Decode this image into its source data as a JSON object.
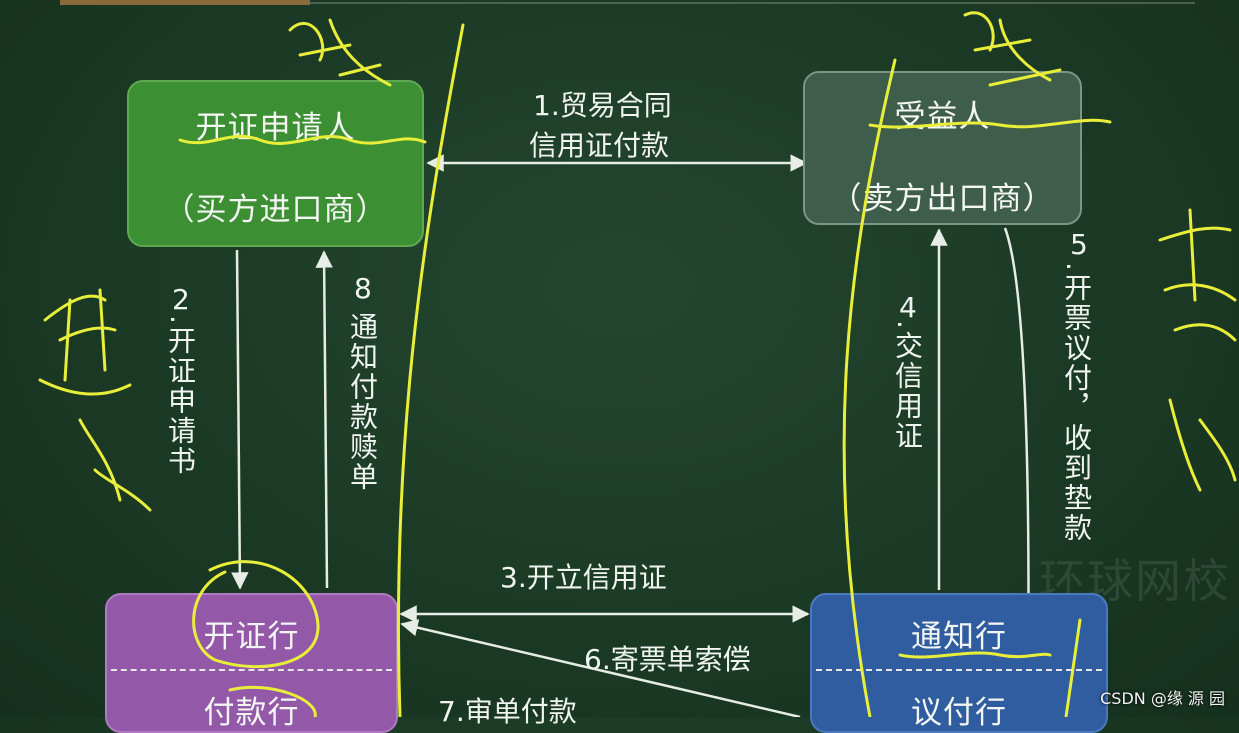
{
  "nodes": {
    "applicant": {
      "title": "开证申请人",
      "subtitle": "（买方进口商）"
    },
    "beneficiary": {
      "title": "受益人",
      "subtitle": "（卖方出口商）"
    },
    "issuing_bank": {
      "top": "开证行",
      "bottom": "付款行"
    },
    "advising_bank": {
      "top": "通知行",
      "bottom": "议付行"
    }
  },
  "edges": {
    "e1_line1": "1.贸易合同",
    "e1_line2": "信用证付款",
    "e2_num": "2",
    "e2_text": ".开证申请书",
    "e3": "3.开立信用证",
    "e4_num": "4",
    "e4_text": ".交信用证",
    "e5_num": "5",
    "e5_text": ".开票议付，收到垫款",
    "e6": "6.寄票单索偿",
    "e7": "7.审单付款",
    "e8_num": "8",
    "e8_text": "通知付款赎单"
  },
  "watermark": "环球网校",
  "credit": "CSDN @缘  源  园",
  "colors": {
    "background": "#1b3a25",
    "applicant": "#3c8f32",
    "beneficiary": "#3f5d4b",
    "issuing_bank": "#9458a9",
    "advising_bank": "#2f5da0",
    "highlighter": "#e8ee3a"
  }
}
